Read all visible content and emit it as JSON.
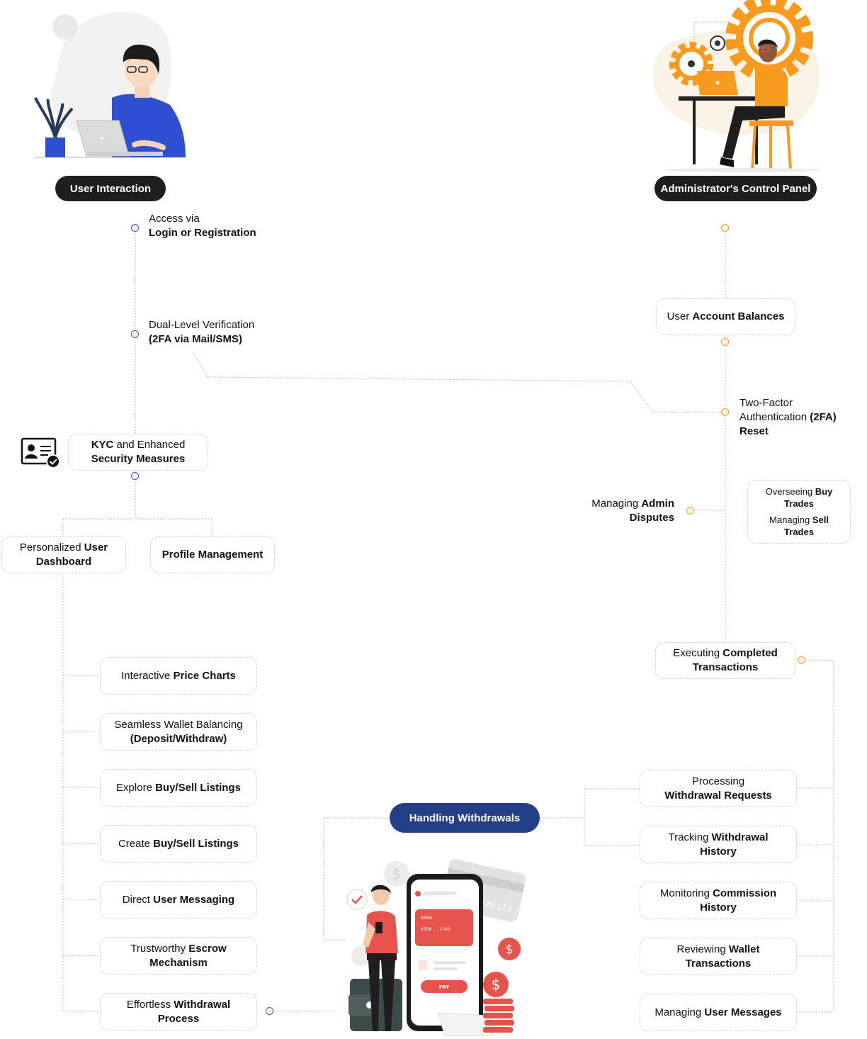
{
  "headers": {
    "user_interaction": "User Interaction",
    "admin_panel": "Administrator's Control Panel",
    "handling_withdrawals": "Handling Withdrawals"
  },
  "user_flow": {
    "access_line1": "Access via",
    "access_line2": "Login or Registration",
    "verification_line1": "Dual-Level Verification",
    "verification_line2": "(2FA via Mail/SMS)",
    "kyc_bold": "KYC",
    "kyc_rest": " and Enhanced",
    "kyc_line2": "Security Measures",
    "dashboard_plain": "Personalized ",
    "dashboard_bold1": "User",
    "dashboard_bold2": "Dashboard",
    "profile": "Profile Management"
  },
  "user_features": [
    {
      "plain": "Interactive ",
      "bold": "Price Charts",
      "plain2": "",
      "bold2": ""
    },
    {
      "plain": "Seamless Wallet Balancing",
      "bold": "",
      "plain2": "",
      "bold2": "(Deposit/Withdraw)"
    },
    {
      "plain": "Explore ",
      "bold": "Buy/Sell Listings",
      "plain2": "",
      "bold2": ""
    },
    {
      "plain": "Create ",
      "bold": "Buy/Sell Listings",
      "plain2": "",
      "bold2": ""
    },
    {
      "plain": "Direct ",
      "bold": "User Messaging",
      "plain2": "",
      "bold2": ""
    },
    {
      "plain": "Trustworthy ",
      "bold": "Escrow",
      "plain2": "",
      "bold2": "Mechanism"
    },
    {
      "plain": "Effortless ",
      "bold": "Withdrawal",
      "plain2": "",
      "bold2": "Process"
    }
  ],
  "admin_flow": {
    "balances_plain": "User ",
    "balances_bold": "Account Balances",
    "tfa_line1": "Two-Factor",
    "tfa_line2_plain": "Authentication ",
    "tfa_line2_bold": "(2FA)",
    "tfa_line3": "Reset",
    "disputes_plain": "Managing ",
    "disputes_bold1": "Admin",
    "disputes_bold2": "Disputes",
    "buy_plain": "Overseeing ",
    "buy_bold1": "Buy",
    "buy_bold2": "Trades",
    "sell_plain": "Managing ",
    "sell_bold1": "Sell",
    "sell_bold2": "Trades",
    "executing_plain": "Executing ",
    "executing_bold1": "Completed",
    "executing_bold2": "Transactions"
  },
  "admin_features": [
    {
      "plain": "Processing",
      "bold": "",
      "bold2": "Withdrawal Requests"
    },
    {
      "plain": "Tracking ",
      "bold": "Withdrawal",
      "bold2": "History"
    },
    {
      "plain": "Monitoring ",
      "bold": "Commission",
      "bold2": "History"
    },
    {
      "plain": "Reviewing ",
      "bold": "Wallet",
      "bold2": "Transactions"
    },
    {
      "plain": "Managing ",
      "bold": "User Messages",
      "bold2": ""
    }
  ],
  "illustration_text": {
    "card_bank": "BANK",
    "card_numbers": "4356  ....  1342",
    "pay_button": "PAY",
    "credit_card_digits": "789 123"
  },
  "colors": {
    "user_dot": "#3b5aa3",
    "admin_dot": "#f0a033",
    "dark_pill": "#1e1e1e",
    "blue_pill": "#233f86",
    "illustration_blue": "#2f4fd1",
    "illustration_orange": "#f79a1e",
    "illustration_red": "#e5534b"
  }
}
